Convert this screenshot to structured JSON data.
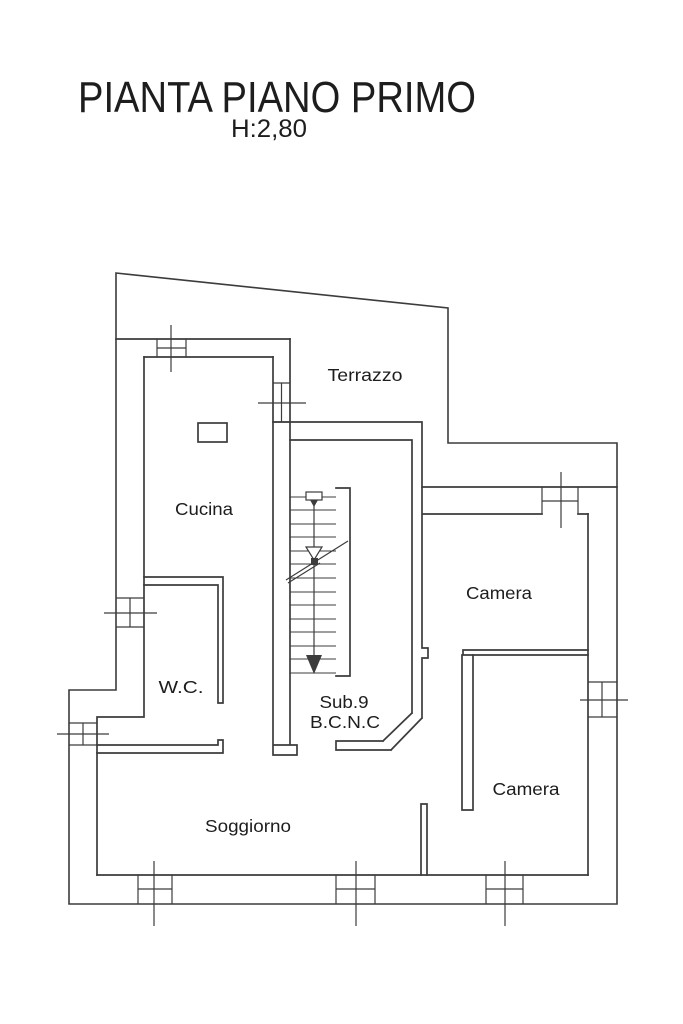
{
  "title": "PIANTA PIANO PRIMO",
  "subtitle": "H:2,80",
  "rooms": {
    "terrazzo": "Terrazzo",
    "cucina": "Cucina",
    "camera_upper": "Camera",
    "camera_lower": "Camera",
    "wc": "W.C.",
    "stairwell_line1": "Sub.9",
    "stairwell_line2": "B.C.N.C",
    "soggiorno": "Soggiorno"
  },
  "colors": {
    "background": "#ffffff",
    "line": "#3c3c3c",
    "text": "#1d1d1d"
  }
}
